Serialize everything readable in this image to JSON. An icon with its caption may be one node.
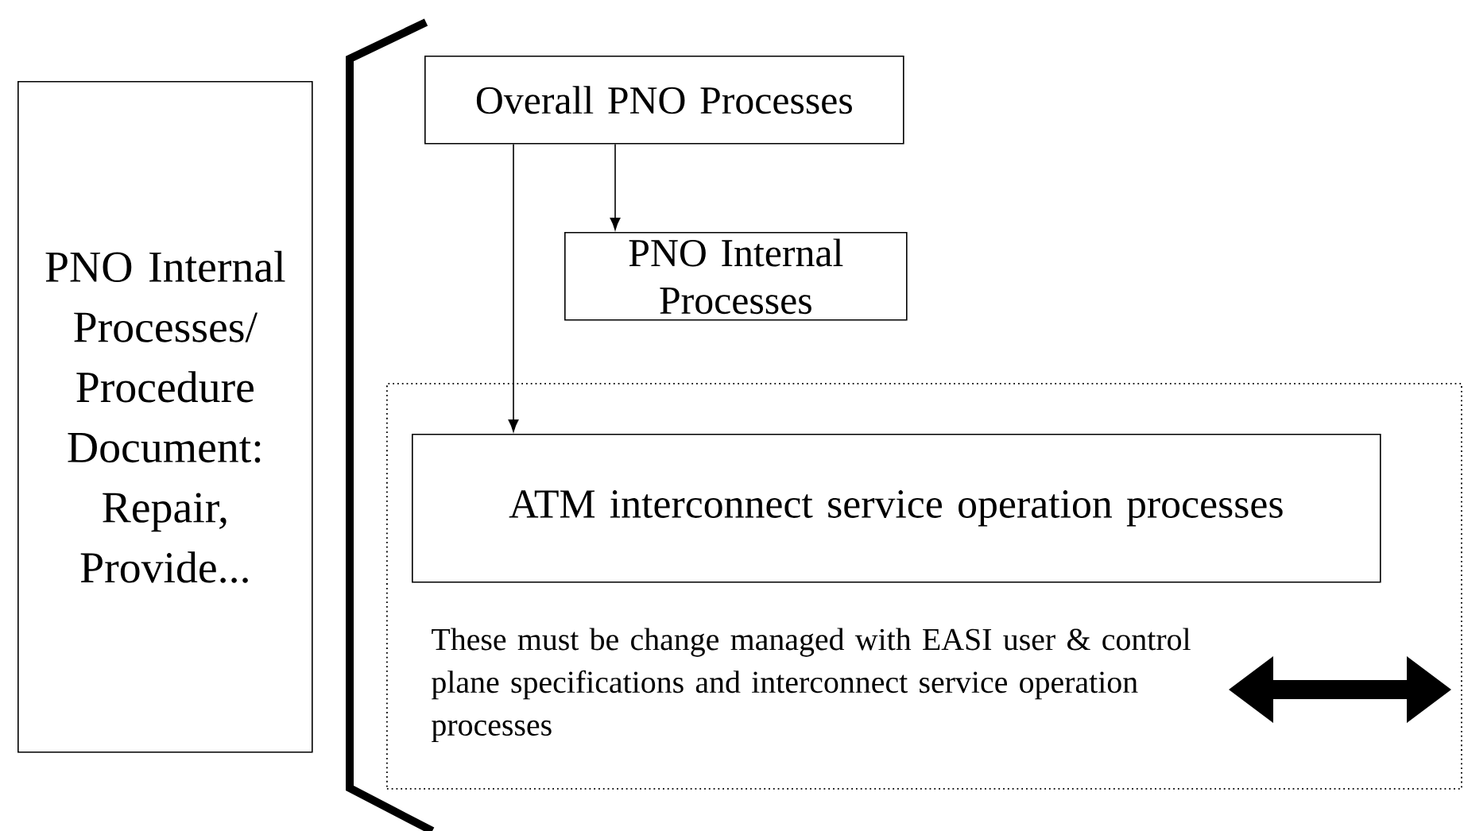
{
  "diagram": {
    "nodes": [
      {
        "text": [
          "PNO Internal Processes/ Procedure Document: Repair, Provide..."
        ]
      },
      {
        "text": [
          "Overall PNO Processes"
        ]
      },
      {
        "text": [
          "PNO Internal Processes"
        ]
      },
      {
        "text": [
          "These must be change managed with EASI user & control plane specifications and interconnect service operation processes"
        ]
      },
      {
        "text": [
          "ATM interconnect service operation processes"
        ],
        "in": 3
      }
    ],
    "edges": [
      {
        "from": 1,
        "to": 2,
        "arrow": "to"
      },
      {
        "from": 1,
        "to": 4,
        "arrow": "to"
      }
    ]
  }
}
